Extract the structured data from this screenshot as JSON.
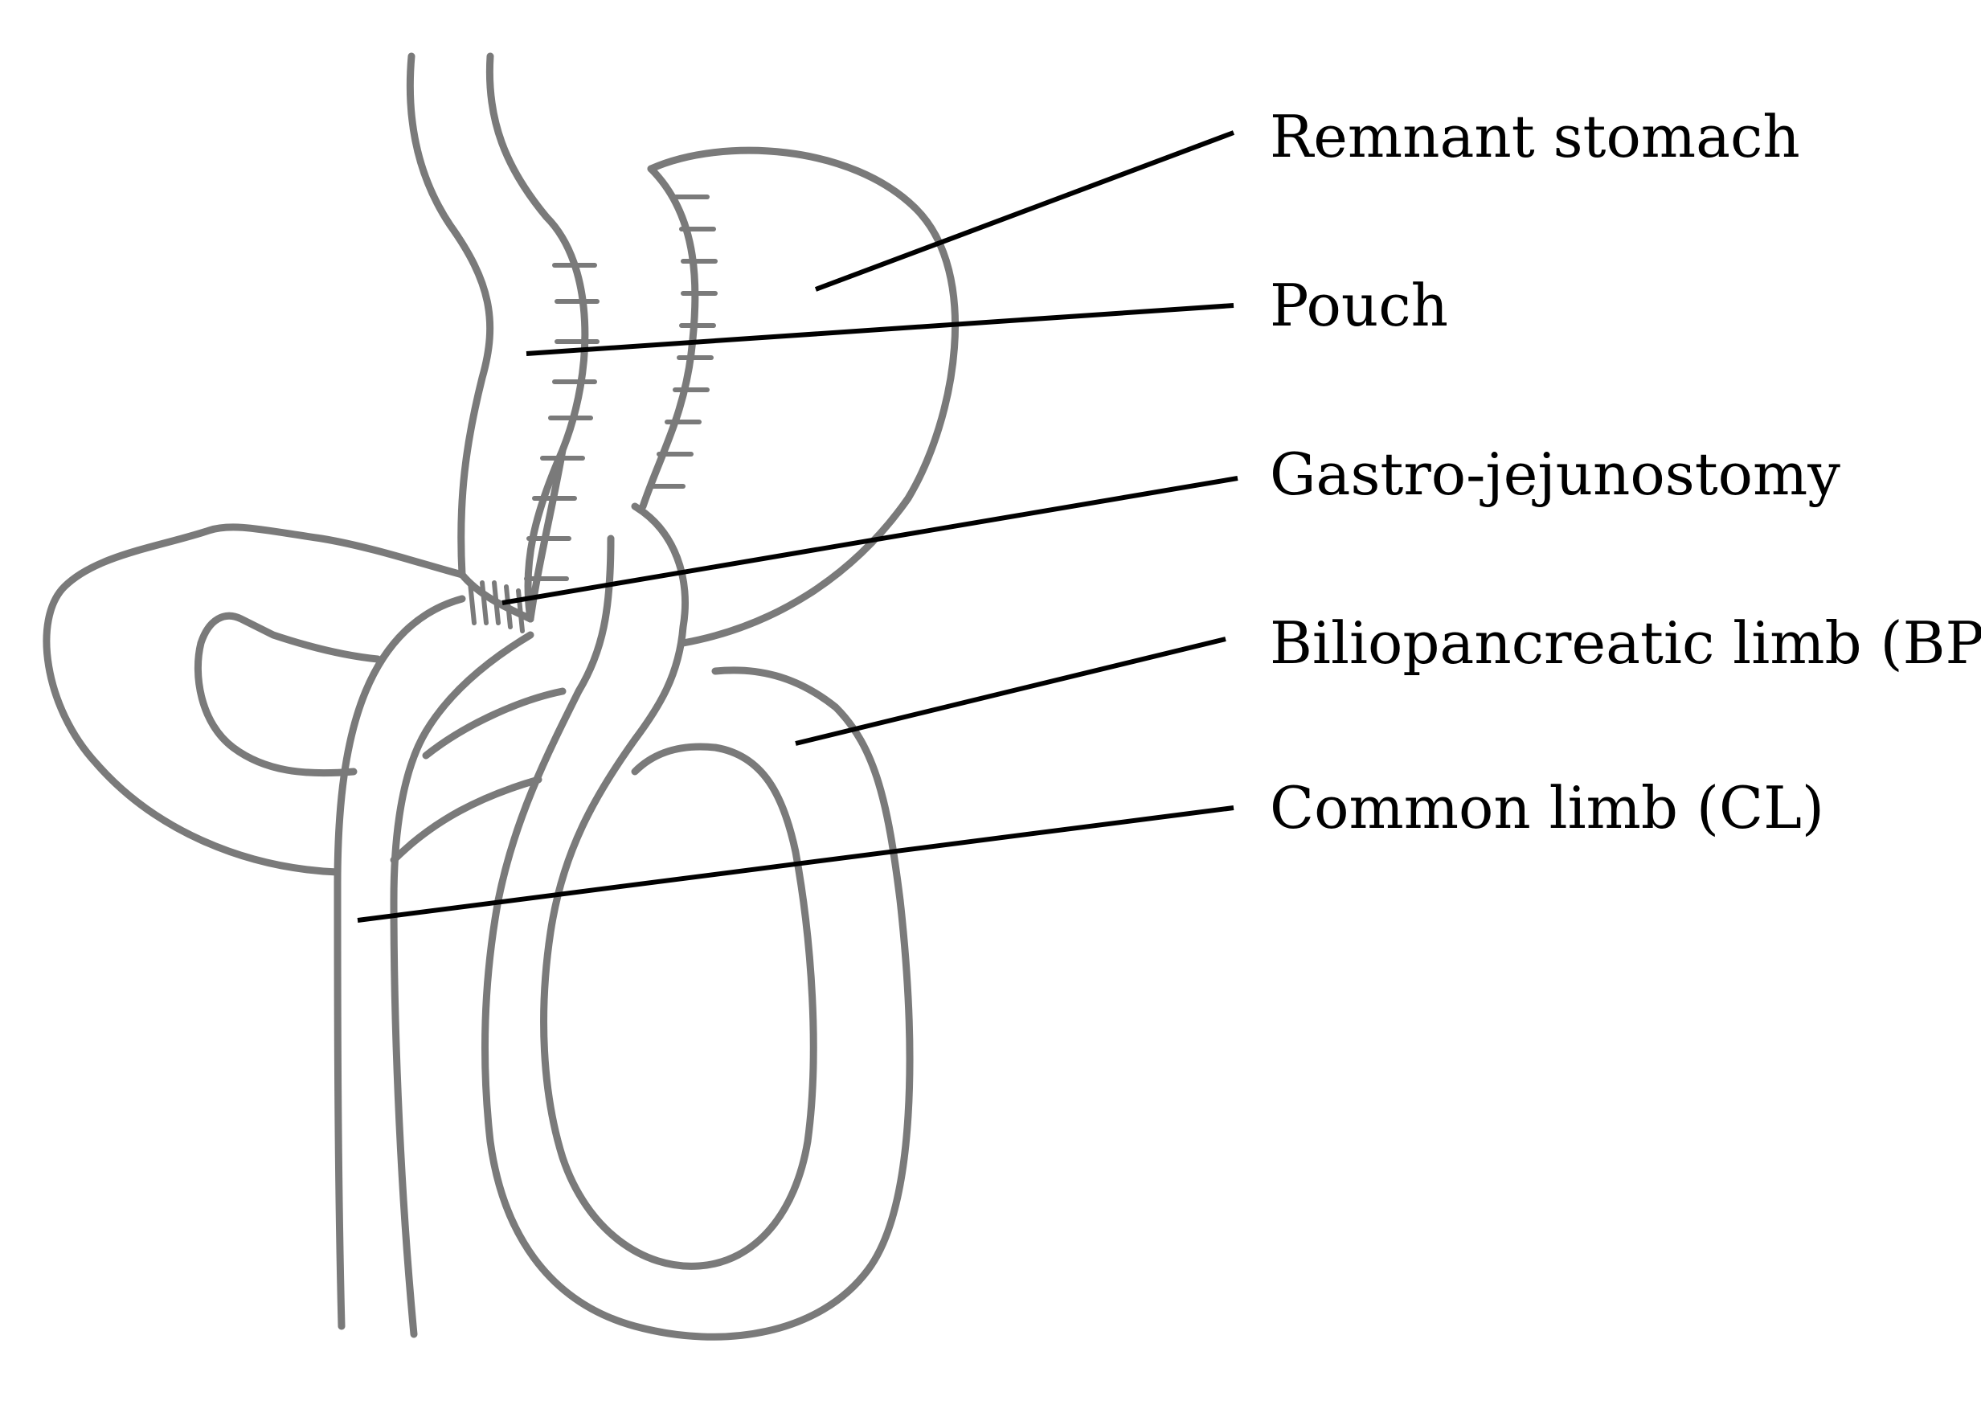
{
  "labels": {
    "remnant_stomach": "Remnant stomach",
    "pouch": "Pouch",
    "gastro_jejunostomy": "Gastro-jejunostomy",
    "biliopancreatic_limb": "Biliopancreatic limb (BPL)",
    "common_limb": "Common limb (CL)"
  },
  "colors": {
    "outline": "#7a7a7a",
    "leader": "#000000",
    "text": "#000000",
    "background": "#ffffff"
  }
}
